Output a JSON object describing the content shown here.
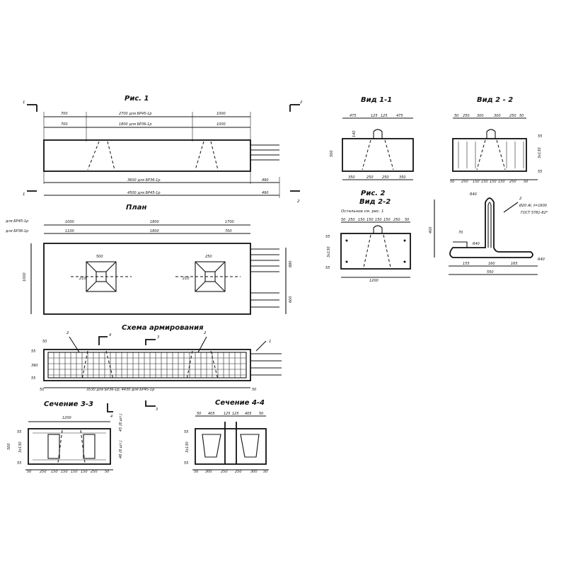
{
  "fig1": {
    "title": "Рис. 1",
    "top_left": "700",
    "top_mid": "2700 для БР45-1р",
    "top_right": "1000",
    "row2_left": "700",
    "row2_mid": "1800 для БР36-1р",
    "row2_right": "1000",
    "bot1_mid": "3600 для БР36-1р",
    "bot1_right": "490",
    "bot2_mid": "4500 для БР45-1р",
    "bot2_right": "490"
  },
  "plan": {
    "title": "План",
    "lbl_br45": "для БР45-1р",
    "lbl_br36": "для БР36-1р",
    "r1_a": "1000",
    "r1_b": "1800",
    "r1_c": "1700",
    "r2_a": "1100",
    "r2_b": "1800",
    "r2_c": "700",
    "socket_w": "500",
    "socket_w2": "250",
    "socket_d": "210",
    "socket_d2": "210",
    "left_dim": "1000",
    "right_dim1": "880",
    "right_dim2": "600"
  },
  "scheme": {
    "title": "Схема армирования",
    "dim_50a": "50",
    "dim_55": "55",
    "dim_390": "390",
    "dim_55b": "55",
    "dim_50b": "50",
    "bottom": "3530 для БР36-1р, 4430 для БР45-1р",
    "dim_50c": "50"
  },
  "view11": {
    "title": "Вид 1-1",
    "top": [
      "475",
      "125",
      "125",
      "475"
    ],
    "bottom": [
      "350",
      "250",
      "250",
      "350"
    ],
    "left": "500",
    "left_small": "140"
  },
  "view22": {
    "title": "Вид 2 - 2",
    "top": [
      "50",
      "250",
      "300",
      "300",
      "250",
      "50"
    ],
    "bottom": [
      "50",
      "250",
      "150",
      "150",
      "150",
      "150",
      "250",
      "50"
    ],
    "right": [
      "55",
      "3х130",
      "55"
    ]
  },
  "fig2": {
    "title": "Рис. 2",
    "subtitle": "Вид 2-2",
    "note": "Остальное см. рис. 1",
    "top": [
      "50",
      "250",
      "150",
      "150",
      "150",
      "150",
      "250",
      "50"
    ],
    "left": [
      "55",
      "3х130",
      "55"
    ],
    "bottom": "1200"
  },
  "bar": {
    "r40_top": "R40",
    "mark": "2",
    "spec1": "Ø20 AI, ℓ=1600",
    "spec2": "ГОСТ 5781-82*",
    "height": "400",
    "hook": "70",
    "r40_mid": "R40",
    "r40_right": "R40",
    "d1": "155",
    "d2": "160",
    "d3": "165",
    "total": "550"
  },
  "sec33": {
    "title": "Сечение 3-3",
    "top": "1200",
    "left": [
      "55",
      "3х130",
      "55"
    ],
    "left_total": "500",
    "right": [
      "45 (8 шт.)",
      "48 (8 шт.)"
    ],
    "bottom": [
      "50",
      "250",
      "150",
      "150",
      "150",
      "150",
      "250",
      "50"
    ]
  },
  "sec44": {
    "title": "Сечение 4-4",
    "top": [
      "50",
      "405",
      "125",
      "125",
      "405",
      "50"
    ],
    "left": [
      "55",
      "3х130",
      "55"
    ],
    "bottom": [
      "50",
      "300",
      "250",
      "250",
      "300",
      "50"
    ]
  },
  "marks": {
    "m1": "1",
    "m1b": "1",
    "m2": "2",
    "m2b": "2",
    "m3": "3",
    "m3b": "3",
    "m4": "4",
    "m4b": "4",
    "pos1": "1",
    "pos2a": "2",
    "pos2b": "2"
  }
}
